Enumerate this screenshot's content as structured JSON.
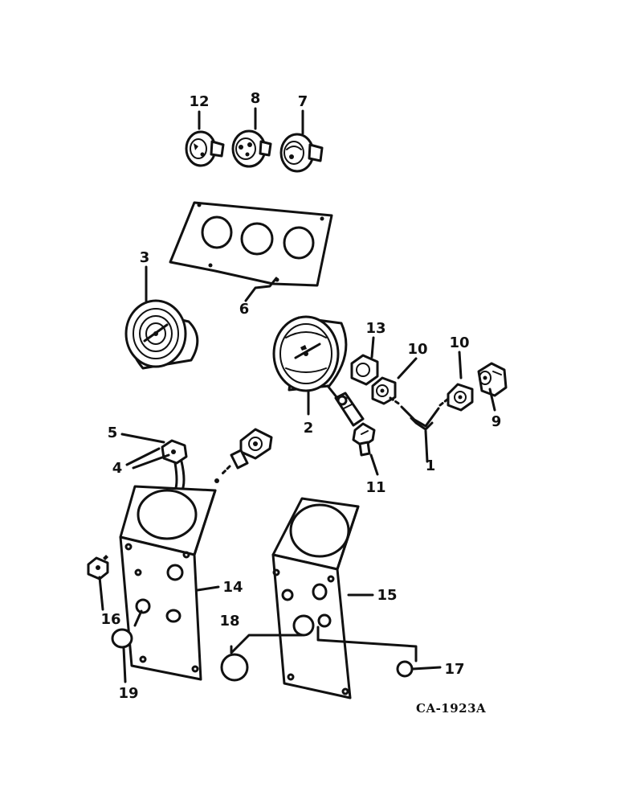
{
  "labels": {
    "l1": "1",
    "l2": "2",
    "l3": "3",
    "l4": "4",
    "l5": "5",
    "l6": "6",
    "l7": "7",
    "l8": "8",
    "l9": "9",
    "l10a": "10",
    "l10b": "10",
    "l11": "11",
    "l12": "12",
    "l13": "13",
    "l14": "14",
    "l15": "15",
    "l16": "16",
    "l17": "17",
    "l18": "18",
    "l19": "19"
  },
  "drawing_code": "CA-1923A"
}
